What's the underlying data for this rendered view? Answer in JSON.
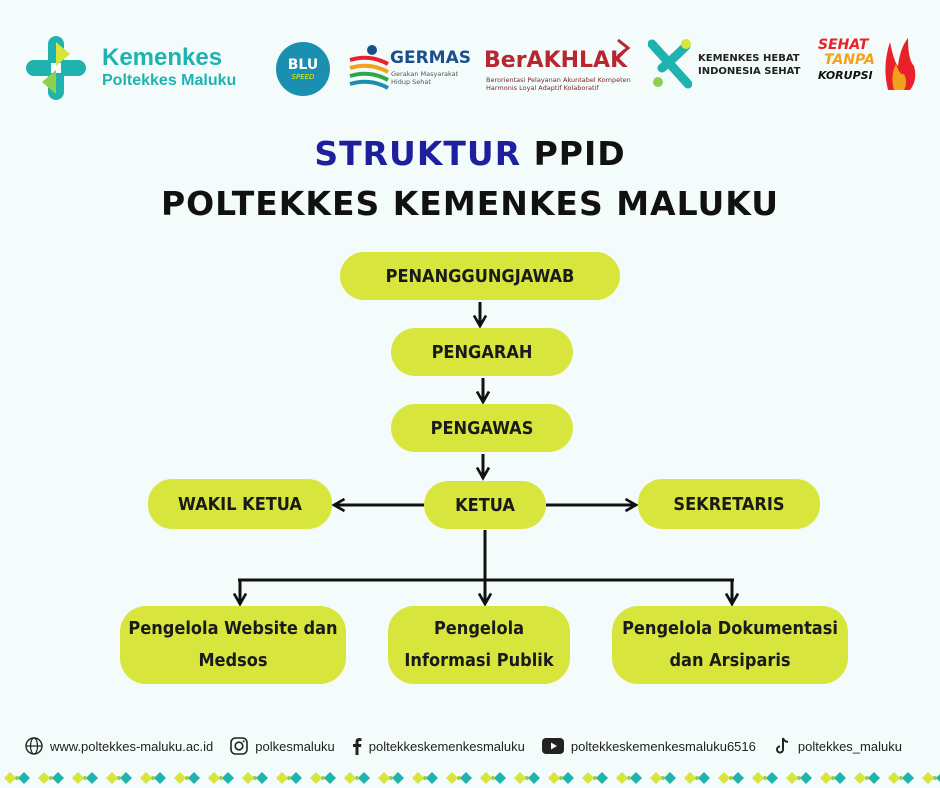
{
  "header": {
    "kemenkes_title": "Kemenkes",
    "kemenkes_sub": "Poltekkes Maluku",
    "blu_label": "BLU",
    "blu_sub": "SPEED",
    "germas_title": "GERMAS",
    "germas_sub": "Gerakan Masyarakat Hidup Sehat",
    "akhlak_title": "BerAKHLAK",
    "akhlak_sub": "Berorientasi Pelayanan Akuntabel Kompeten Harmonis Loyal Adaptif Kolaboratif",
    "hebat_line1": "KEMENKES HEBAT",
    "hebat_line2": "INDONESIA SEHAT",
    "sehat_1": "SEHAT",
    "sehat_2": "TANPA",
    "sehat_3": "KORUPSI"
  },
  "title": {
    "line1_blue": "STRUKTUR",
    "line1_rest": " PPID",
    "line2": "POLTEKKES KEMENKES MALUKU"
  },
  "nodes": {
    "penanggungjawab": "PENANGGUNGJAWAB",
    "pengarah": "PENGARAH",
    "pengawas": "PENGAWAS",
    "ketua": "KETUA",
    "wakil_ketua": "WAKIL KETUA",
    "sekretaris": "SEKRETARIS",
    "website_line1": "Pengelola Website dan",
    "website_line2": "Medsos",
    "informasi_line1": "Pengelola",
    "informasi_line2": "Informasi Publik",
    "dokumentasi_line1": "Pengelola Dokumentasi",
    "dokumentasi_line2": "dan Arsiparis"
  },
  "footer": {
    "website": "www.poltekkes-maluku.ac.id",
    "instagram": "polkesmaluku",
    "facebook": "poltekkeskemenkesmaluku",
    "youtube": "poltekkeskemenkesmaluku6516",
    "tiktok": "poltekkes_maluku"
  },
  "colors": {
    "box": "#d8e53c",
    "title_blue": "#1d1f9c",
    "teal": "#1fb3b0"
  }
}
